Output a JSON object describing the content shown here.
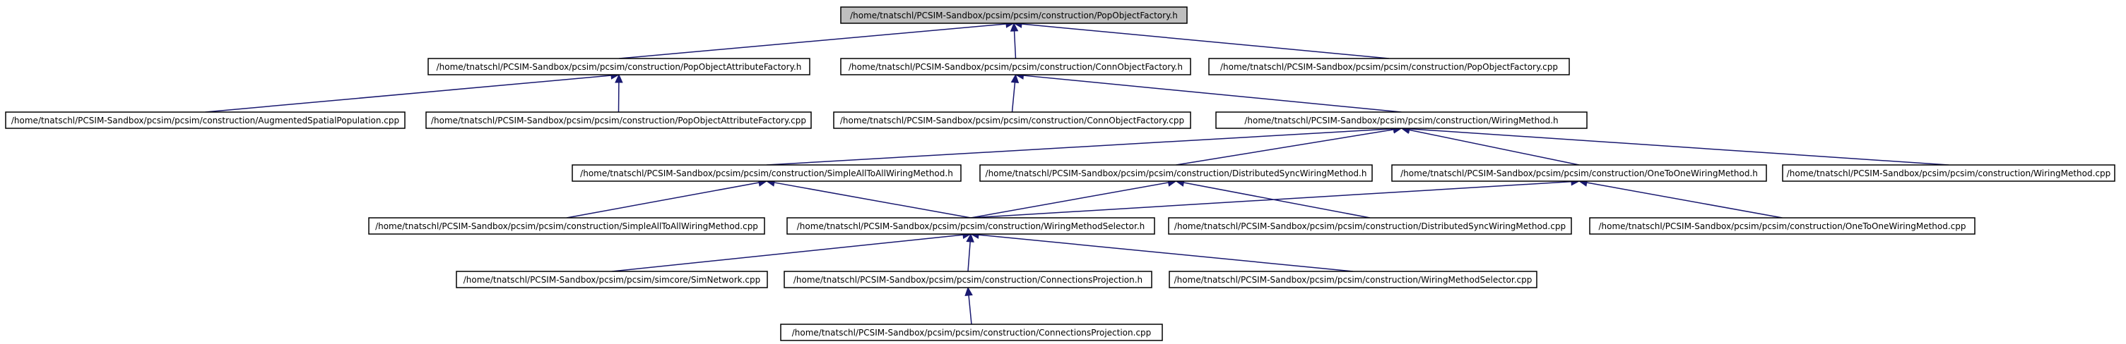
{
  "colors": {
    "edge": "#191970",
    "root_fill": "#bfbfbf",
    "node_fill": "#ffffff",
    "node_border": "#000000"
  },
  "nodes": {
    "n0": {
      "label": "/home/tnatschl/PCSIM-Sandbox/pcsim/pcsim/construction/PopObjectFactory.h"
    },
    "n1": {
      "label": "/home/tnatschl/PCSIM-Sandbox/pcsim/pcsim/construction/PopObjectAttributeFactory.h"
    },
    "n2": {
      "label": "/home/tnatschl/PCSIM-Sandbox/pcsim/pcsim/construction/ConnObjectFactory.h"
    },
    "n3": {
      "label": "/home/tnatschl/PCSIM-Sandbox/pcsim/pcsim/construction/PopObjectFactory.cpp"
    },
    "n4": {
      "label": "/home/tnatschl/PCSIM-Sandbox/pcsim/pcsim/construction/AugmentedSpatialPopulation.cpp"
    },
    "n5": {
      "label": "/home/tnatschl/PCSIM-Sandbox/pcsim/pcsim/construction/PopObjectAttributeFactory.cpp"
    },
    "n6": {
      "label": "/home/tnatschl/PCSIM-Sandbox/pcsim/pcsim/construction/ConnObjectFactory.cpp"
    },
    "n7": {
      "label": "/home/tnatschl/PCSIM-Sandbox/pcsim/pcsim/construction/WiringMethod.h"
    },
    "n8": {
      "label": "/home/tnatschl/PCSIM-Sandbox/pcsim/pcsim/construction/SimpleAllToAllWiringMethod.h"
    },
    "n9": {
      "label": "/home/tnatschl/PCSIM-Sandbox/pcsim/pcsim/construction/DistributedSyncWiringMethod.h"
    },
    "n10": {
      "label": "/home/tnatschl/PCSIM-Sandbox/pcsim/pcsim/construction/OneToOneWiringMethod.h"
    },
    "n11": {
      "label": "/home/tnatschl/PCSIM-Sandbox/pcsim/pcsim/construction/WiringMethod.cpp"
    },
    "n12": {
      "label": "/home/tnatschl/PCSIM-Sandbox/pcsim/pcsim/construction/SimpleAllToAllWiringMethod.cpp"
    },
    "n13": {
      "label": "/home/tnatschl/PCSIM-Sandbox/pcsim/pcsim/construction/WiringMethodSelector.h"
    },
    "n14": {
      "label": "/home/tnatschl/PCSIM-Sandbox/pcsim/pcsim/construction/DistributedSyncWiringMethod.cpp"
    },
    "n15": {
      "label": "/home/tnatschl/PCSIM-Sandbox/pcsim/pcsim/construction/OneToOneWiringMethod.cpp"
    },
    "n16": {
      "label": "/home/tnatschl/PCSIM-Sandbox/pcsim/pcsim/simcore/SimNetwork.cpp"
    },
    "n17": {
      "label": "/home/tnatschl/PCSIM-Sandbox/pcsim/pcsim/construction/ConnectionsProjection.h"
    },
    "n18": {
      "label": "/home/tnatschl/PCSIM-Sandbox/pcsim/pcsim/construction/WiringMethodSelector.cpp"
    },
    "n19": {
      "label": "/home/tnatschl/PCSIM-Sandbox/pcsim/pcsim/construction/ConnectionsProjection.cpp"
    }
  },
  "edges": [
    [
      "n0",
      "n1"
    ],
    [
      "n0",
      "n2"
    ],
    [
      "n0",
      "n3"
    ],
    [
      "n1",
      "n4"
    ],
    [
      "n1",
      "n5"
    ],
    [
      "n2",
      "n6"
    ],
    [
      "n2",
      "n7"
    ],
    [
      "n7",
      "n8"
    ],
    [
      "n7",
      "n9"
    ],
    [
      "n7",
      "n10"
    ],
    [
      "n7",
      "n11"
    ],
    [
      "n8",
      "n12"
    ],
    [
      "n8",
      "n13"
    ],
    [
      "n9",
      "n13"
    ],
    [
      "n9",
      "n14"
    ],
    [
      "n10",
      "n13"
    ],
    [
      "n10",
      "n15"
    ],
    [
      "n13",
      "n16"
    ],
    [
      "n13",
      "n17"
    ],
    [
      "n13",
      "n18"
    ],
    [
      "n17",
      "n19"
    ]
  ]
}
